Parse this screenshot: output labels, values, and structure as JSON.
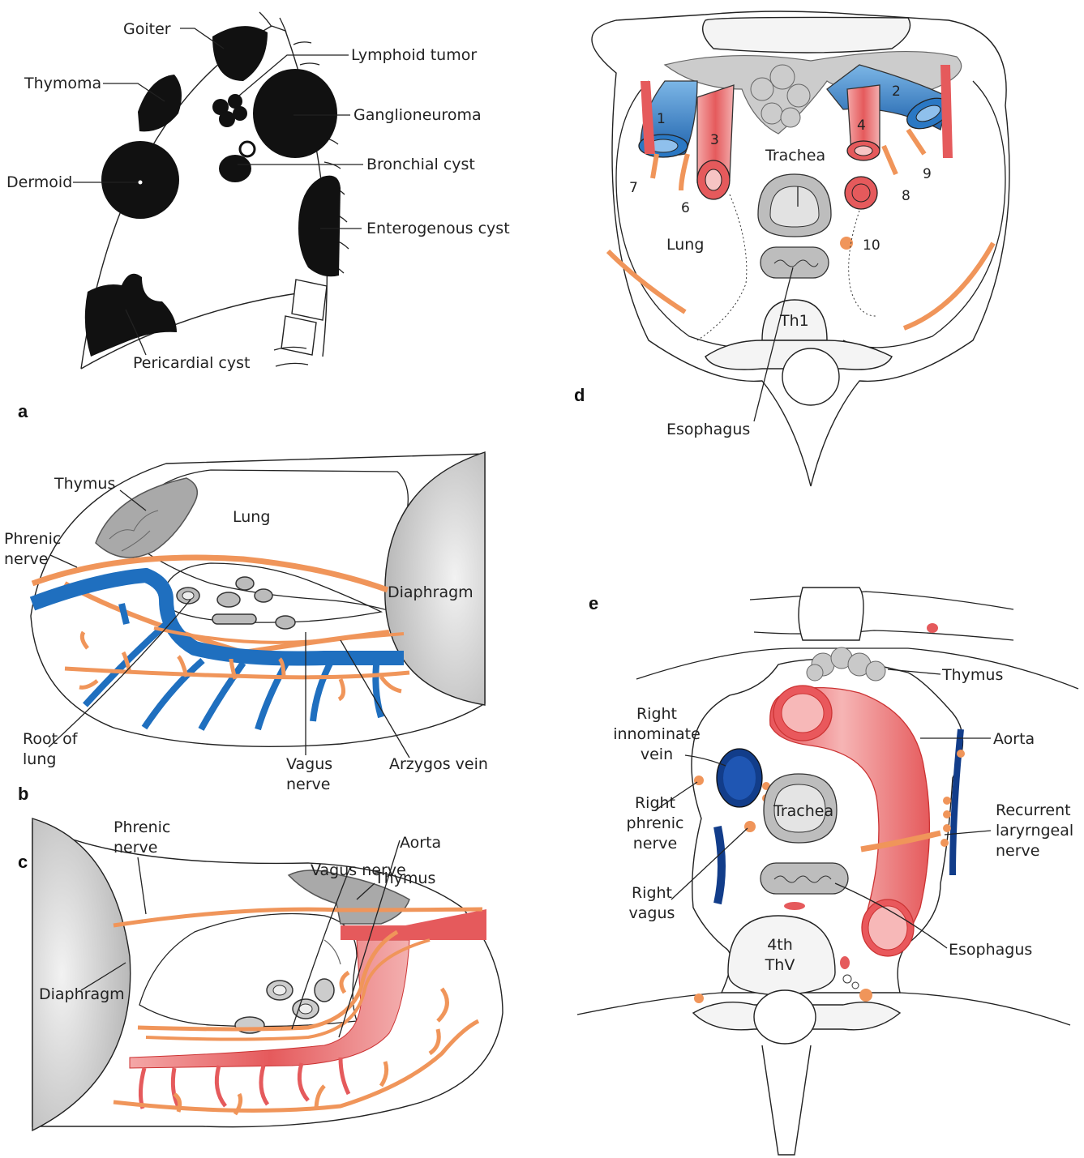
{
  "panels": {
    "a": {
      "letter": "a",
      "labels": {
        "goiter": "Goiter",
        "thymoma": "Thymoma",
        "dermoid": "Dermoid",
        "pericardial_cyst": "Pericardial cyst",
        "lymphoid_tumor": "Lymphoid tumor",
        "ganglioneuroma": "Ganglioneuroma",
        "bronchial_cyst": "Bronchial cyst",
        "enterogenous_cyst": "Enterogenous cyst"
      }
    },
    "b": {
      "letter": "b",
      "labels": {
        "thymus": "Thymus",
        "lung": "Lung",
        "phrenic_1": "Phrenic",
        "phrenic_2": "nerve",
        "diaphragm": "Diaphragm",
        "root_1": "Root of",
        "root_2": "lung",
        "vagus_1": "Vagus",
        "vagus_2": "nerve",
        "azygos": "Arzygos vein"
      }
    },
    "c": {
      "letter": "c",
      "labels": {
        "phrenic_1": "Phrenic",
        "phrenic_2": "nerve",
        "thymus": "Thymus",
        "diaphragm": "Diaphragm",
        "aorta": "Aorta",
        "vagus": "Vagus nerve"
      }
    },
    "d": {
      "letter": "d",
      "labels": {
        "trachea": "Trachea",
        "lung": "Lung",
        "th1": "Th1",
        "esophagus": "Esophagus"
      },
      "numbers": [
        "1",
        "2",
        "3",
        "4",
        "6",
        "7",
        "8",
        "9",
        "10"
      ]
    },
    "e": {
      "letter": "e",
      "labels": {
        "thymus": "Thymus",
        "aorta": "Aorta",
        "rin_1": "Right",
        "rin_2": "innominate",
        "rin_3": "vein",
        "trachea": "Trachea",
        "rpn_1": "Right",
        "rpn_2": "phrenic",
        "rpn_3": "nerve",
        "rln_1": "Recurrent",
        "rln_2": "laryrngeal",
        "rln_3": "nerve",
        "rv_1": "Right",
        "rv_2": "vagus",
        "esophagus": "Esophagus",
        "thv_1": "4th",
        "thv_2": "ThV"
      }
    }
  },
  "colors": {
    "nerve": "#f0955a",
    "vein": "#2a78c4",
    "artery": "#e8575a",
    "tissue": "#c9c9c9",
    "mass": "#111111"
  }
}
